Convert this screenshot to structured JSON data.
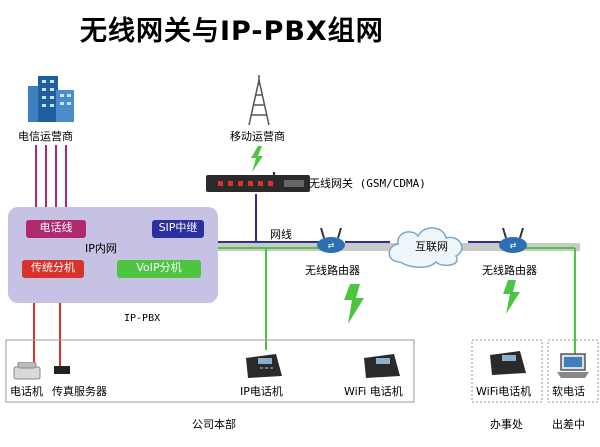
{
  "title": "无线网关与IP-PBX组网",
  "labels": {
    "telecom_operator": "电信运营商",
    "mobile_operator": "移动运营商",
    "wireless_gateway": "无线网关 (GSM/CDMA)",
    "phone_line": "电话线",
    "sip_trunk": "SIP中继",
    "ip_intranet": "IP内网",
    "traditional_extension": "传统分机",
    "voip_extension": "VoIP分机",
    "ippbx": "IP-PBX",
    "network_cable": "网线",
    "internet": "互联网",
    "router_left": "无线路由器",
    "router_right": "无线路由器",
    "phone": "电话机",
    "fax_server": "传真服务器",
    "ip_phone": "IP电话机",
    "wifi_phone_hq": "WiFi 电话机",
    "wifi_phone_office": "WiFi电话机",
    "softphone": "软电话",
    "headquarters": "公司本部",
    "branch_office": "办事处",
    "business_trip": "出差中"
  },
  "colors": {
    "phone_line": "#b0286e",
    "sip_trunk": "#2b2fa0",
    "extension": "#d8322c",
    "voip": "#4dc541",
    "pbx_box": "#c6c2e4",
    "network": "#2b2fa0"
  }
}
